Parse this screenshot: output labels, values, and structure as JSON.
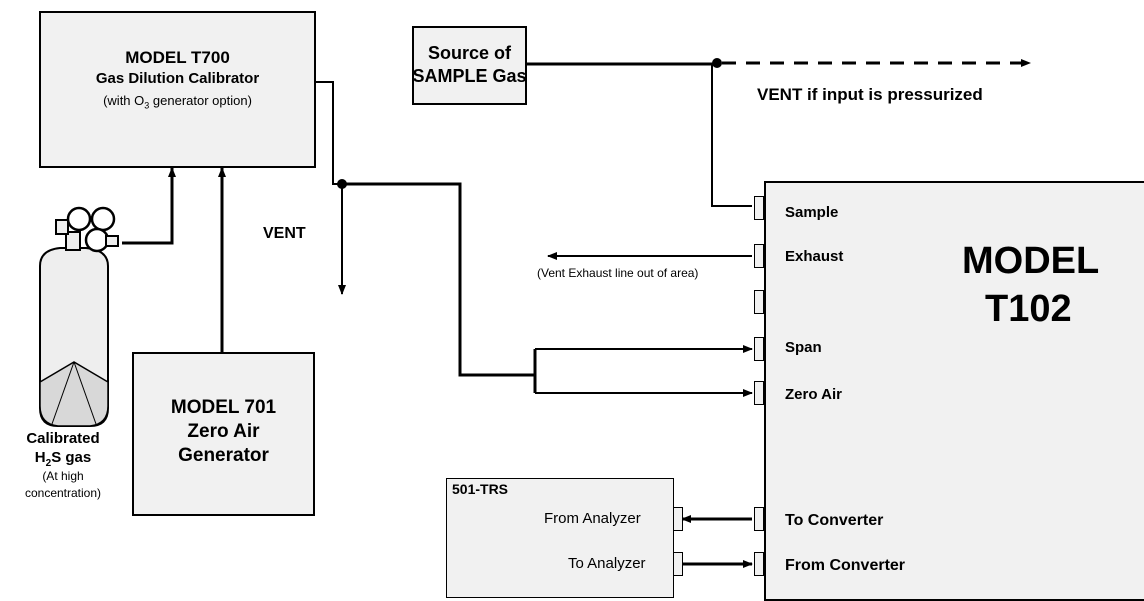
{
  "t700": {
    "line1": "MODEL T700",
    "line2": "Gas Dilution Calibrator",
    "line3_prefix": "(with O",
    "line3_sub": "3",
    "line3_suffix": "  generator option)"
  },
  "sample_source": {
    "line1": "Source of",
    "line2": "SAMPLE Gas"
  },
  "vent_pressurized": "VENT if input is pressurized",
  "vent": "VENT",
  "cylinder": {
    "line1": "Calibrated",
    "line2_prefix": "H",
    "line2_sub": "2",
    "line2_suffix": "S gas",
    "line3": "(At high",
    "line4": "concentration)"
  },
  "zero_air_gen": {
    "line1": "MODEL 701",
    "line2": "Zero Air",
    "line3": "Generator"
  },
  "t102": {
    "title1": "MODEL",
    "title2": "T102",
    "ports": {
      "sample": "Sample",
      "exhaust": "Exhaust",
      "span": "Span",
      "zero_air": "Zero Air",
      "to_converter": "To Converter",
      "from_converter": "From Converter"
    }
  },
  "exhaust_note": "(Vent Exhaust line out of area)",
  "trs": {
    "title": "501-TRS",
    "from_analyzer": "From Analyzer",
    "to_analyzer": "To Analyzer"
  }
}
